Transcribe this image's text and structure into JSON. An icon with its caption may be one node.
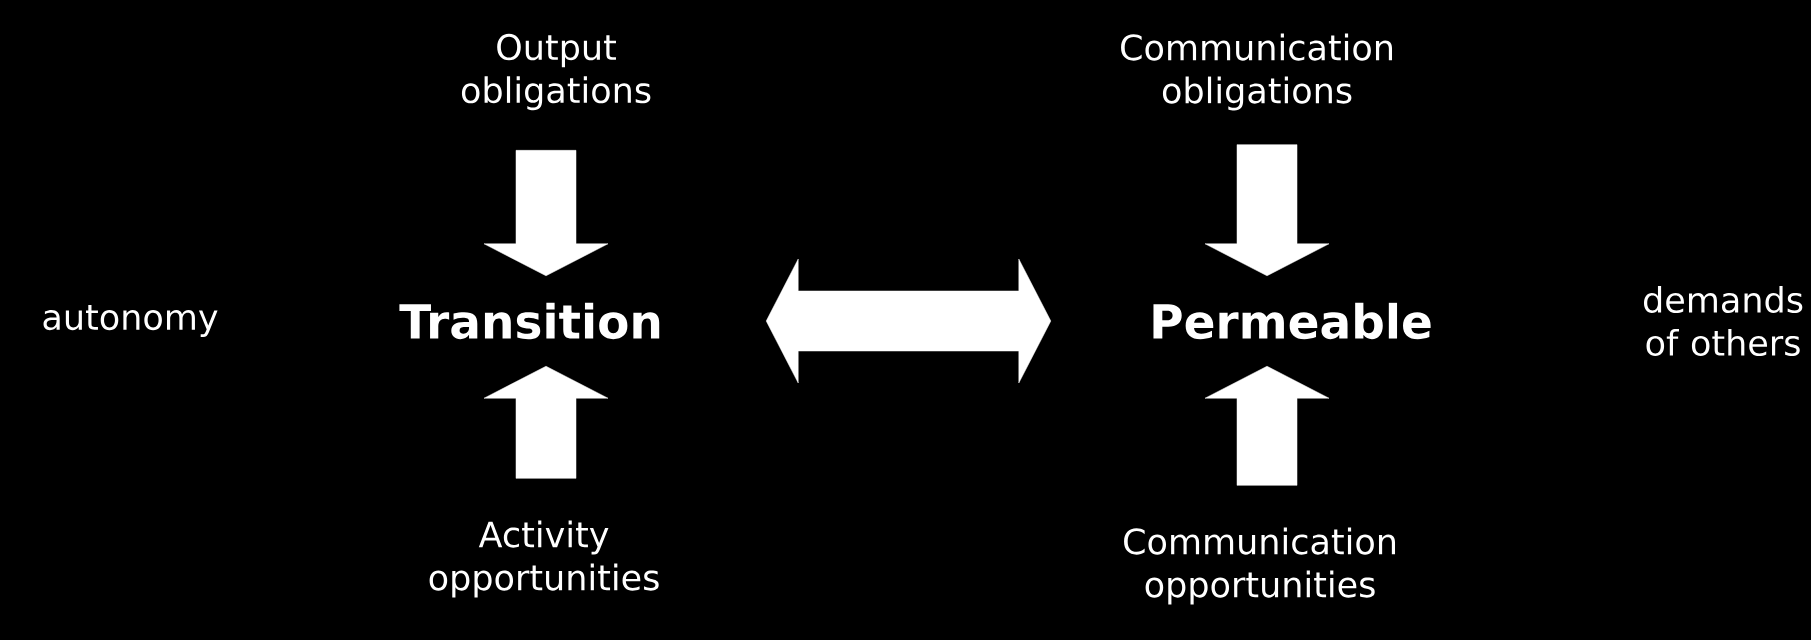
{
  "diagram": {
    "nodes": [
      {
        "text": [
          "Output obligations"
        ]
      },
      {
        "text": [
          "Communication obligations"
        ]
      },
      {
        "text": [
          "autonomy"
        ]
      },
      {
        "text": [
          "Transition"
        ]
      },
      {
        "text": [
          "Permeable"
        ]
      },
      {
        "text": [
          "demands of others"
        ]
      },
      {
        "text": [
          "Activity opportunities"
        ]
      },
      {
        "text": [
          "Communication opportunities"
        ]
      }
    ],
    "edges": [
      {
        "from": 0,
        "to": 3,
        "arrow": "to"
      },
      {
        "from": 6,
        "to": 3,
        "arrow": "to"
      },
      {
        "from": 3,
        "to": 4,
        "arrow": "both"
      },
      {
        "from": 1,
        "to": 4,
        "arrow": "to"
      },
      {
        "from": 7,
        "to": 4,
        "arrow": "to"
      }
    ]
  }
}
